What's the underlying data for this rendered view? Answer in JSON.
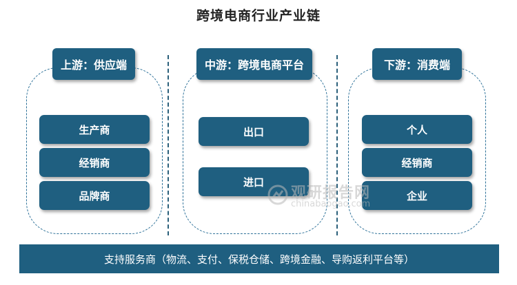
{
  "title": "跨境电商行业产业链",
  "upstream": {
    "header": "上游：供应端",
    "items": [
      "生产商",
      "经销商",
      "品牌商"
    ]
  },
  "midstream": {
    "header": "中游：跨境电商平台",
    "items": [
      "出口",
      "进口"
    ]
  },
  "downstream": {
    "header": "下游：消费端",
    "items": [
      "个人",
      "经销商",
      "企业"
    ]
  },
  "footer": "支持服务商（物流、支付、保税仓储、跨境金融、导购返利平台等）",
  "watermark": {
    "brand": "观研报告网",
    "site": "chinabaogao.com"
  },
  "colors": {
    "box": "#1f5f80",
    "dash": "#2a6f97"
  }
}
